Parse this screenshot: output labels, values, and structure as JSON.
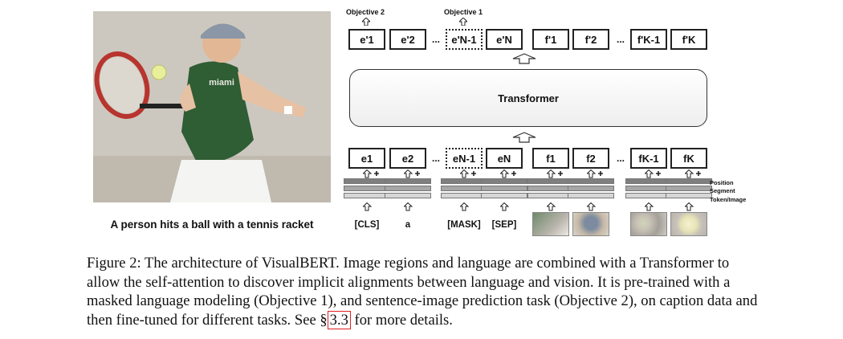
{
  "figure": {
    "photo_caption": "A person hits a ball with a tennis racket",
    "photo_shirt_text": "miami",
    "objective_2": "Objective 2",
    "objective_1": "Objective 1",
    "transformer": "Transformer",
    "output_tokens": [
      "e'1",
      "e'2",
      "e'N-1",
      "e'N",
      "f'1",
      "f'2",
      "f'K-1",
      "f'K"
    ],
    "input_tokens": [
      "e1",
      "e2",
      "eN-1",
      "eN",
      "f1",
      "f2",
      "fK-1",
      "fK"
    ],
    "ellipsis": "...",
    "embedding_labels": [
      "Position",
      "Segment",
      "Token/Image"
    ],
    "words": [
      "[CLS]",
      "a",
      "[MASK]",
      "[SEP]"
    ],
    "colors": {
      "position": "#7f7f7f",
      "segment": "#a6a6a6",
      "token_image": "#d6d6d6",
      "ref_box": "#e02020"
    }
  },
  "caption": {
    "prefix": "Figure 2: The architecture of VisualBERT. Image regions and language are combined with a Transformer to allow the self-attention to discover implicit alignments between language and vision. It is pre-trained with a masked language modeling (Objective 1), and sentence-image prediction task (Objective 2), on caption data and then fine-tuned for different tasks. See §",
    "ref": "3.3",
    "suffix": " for more details."
  }
}
